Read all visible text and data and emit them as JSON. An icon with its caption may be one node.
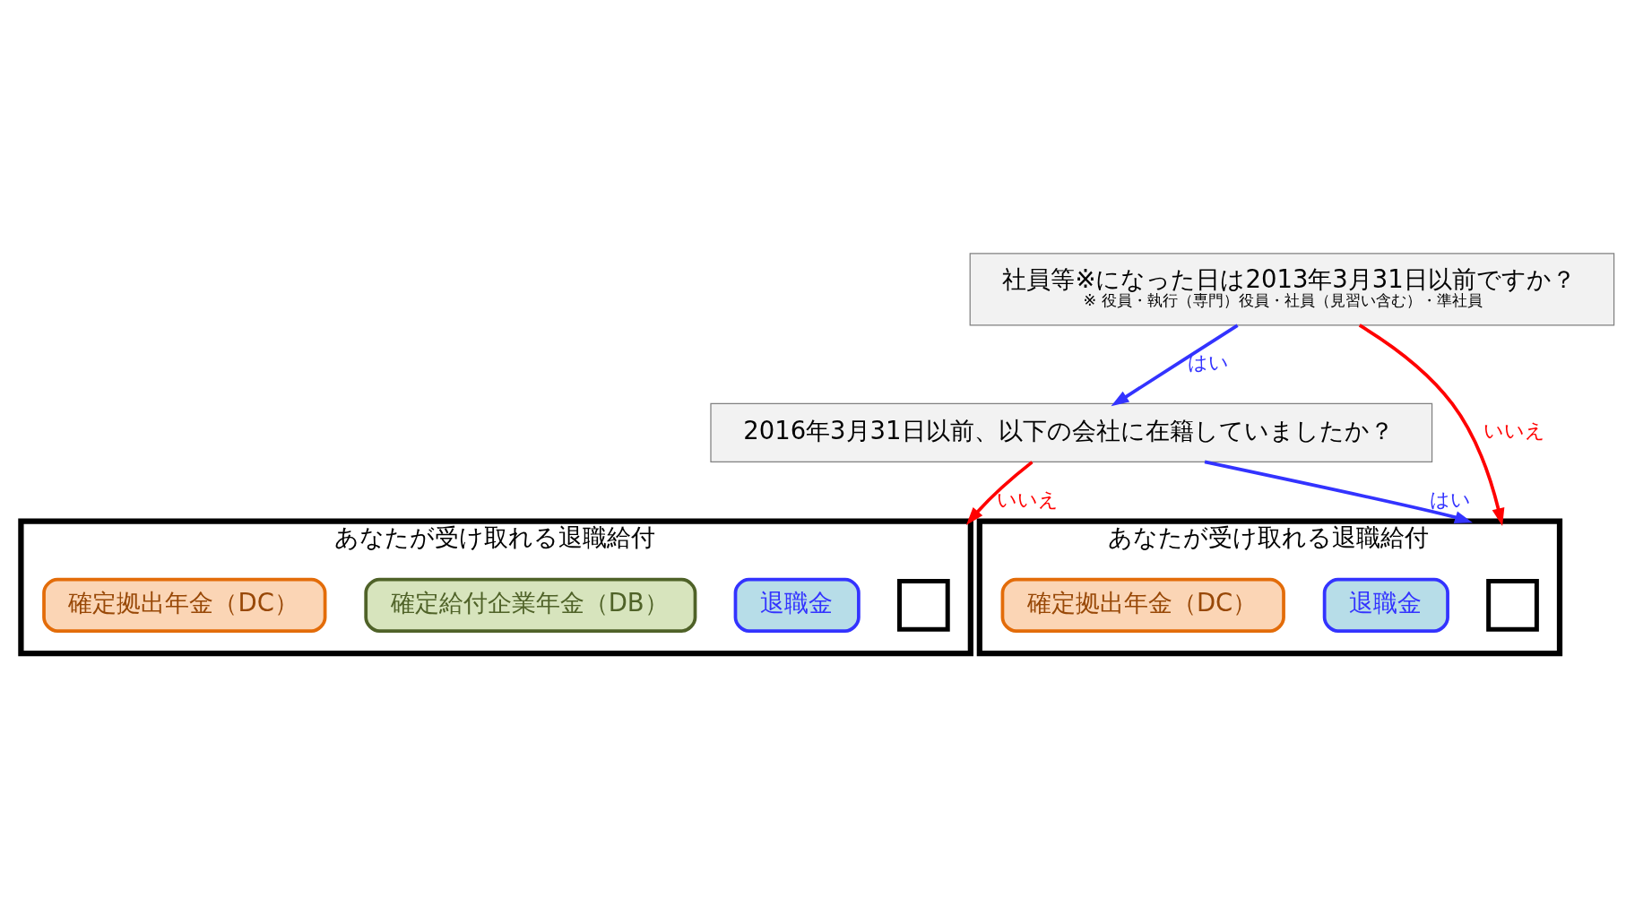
{
  "diagram": {
    "nodes": [
      {
        "text": [
          "社員等※になった日は2013年3月31日以前ですか？",
          "※ 役員・執行（専門）役員・社員（見習い含む）・準社員"
        ]
      },
      {
        "text": [
          "2016年3月31日以前、以下の会社に在籍していましたか？"
        ]
      },
      {
        "text": [
          "あなたが受け取れる退職給付"
        ]
      },
      {
        "text": [],
        "shape": "box",
        "in": 2
      },
      {
        "text": [
          "退職金"
        ],
        "in": 2
      },
      {
        "text": [
          "確定給付企業年金（DB）"
        ],
        "in": 2
      },
      {
        "text": [
          "確定拠出年金（DC）"
        ],
        "in": 2
      },
      {
        "text": [
          "あなたが受け取れる退職給付"
        ]
      },
      {
        "text": [],
        "shape": "box",
        "in": 7
      },
      {
        "text": [
          "退職金"
        ],
        "in": 7
      },
      {
        "text": [
          "確定拠出年金（DC）"
        ],
        "in": 7
      }
    ],
    "edges": [
      {
        "from": 0,
        "to": 1,
        "arrow": "to",
        "label": "はい",
        "color": "#3333ff"
      },
      {
        "from": 0,
        "to": 7,
        "arrow": "to",
        "label": "いいえ",
        "color": "#ff0000"
      },
      {
        "from": 1,
        "to": 2,
        "arrow": "to",
        "label": "いいえ",
        "color": "#ff0000"
      },
      {
        "from": 1,
        "to": 7,
        "arrow": "to",
        "label": "はい",
        "color": "#3333ff"
      }
    ]
  }
}
